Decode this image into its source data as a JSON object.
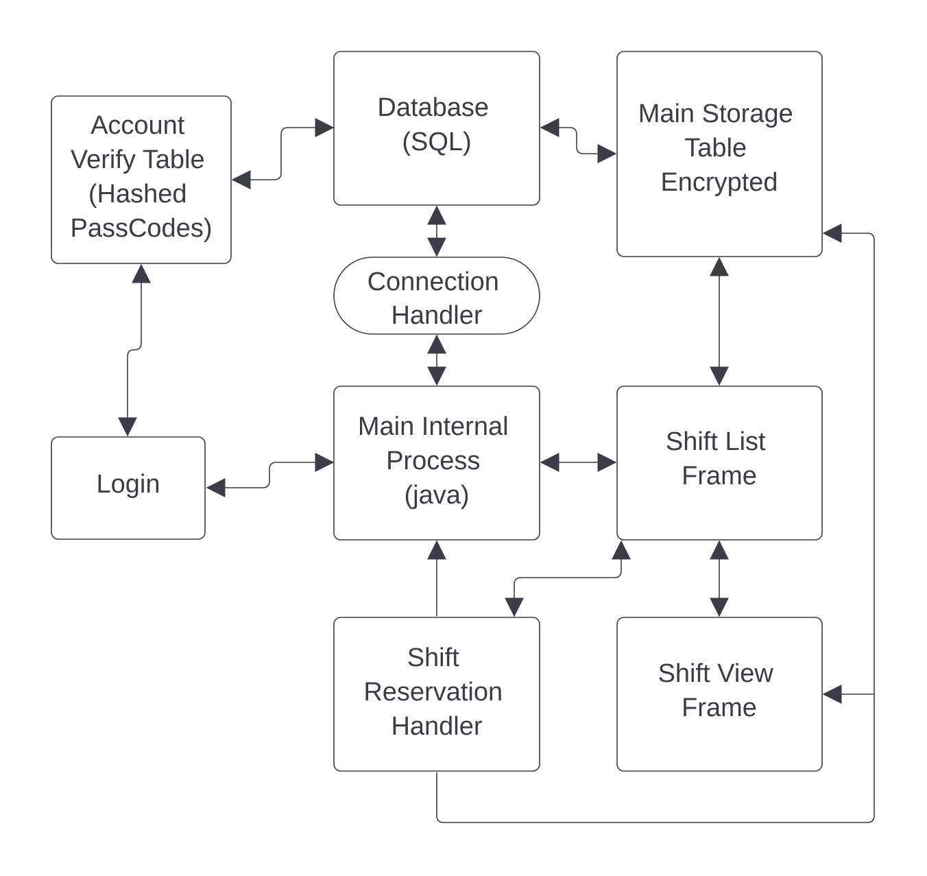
{
  "diagram": {
    "colors": {
      "stroke": "#3a3d45",
      "text": "#3a3d45",
      "fill": "#ffffff",
      "background": "#ffffff"
    },
    "nodes": {
      "account_verify": {
        "lines": [
          "Account",
          "Verify Table",
          "(Hashed",
          "PassCodes)"
        ]
      },
      "database": {
        "lines": [
          "Database",
          "(SQL)"
        ]
      },
      "main_storage": {
        "lines": [
          "Main Storage",
          "Table",
          "Encrypted"
        ]
      },
      "connection_handler": {
        "lines": [
          "Connection",
          "Handler"
        ]
      },
      "login": {
        "lines": [
          "Login"
        ]
      },
      "main_internal": {
        "lines": [
          "Main Internal",
          "Process",
          "(java)"
        ]
      },
      "shift_list": {
        "lines": [
          "Shift List",
          "Frame"
        ]
      },
      "shift_reservation": {
        "lines": [
          "Shift",
          "Reservation",
          "Handler"
        ]
      },
      "shift_view": {
        "lines": [
          "Shift View",
          "Frame"
        ]
      }
    },
    "edges": [
      {
        "from": "account_verify",
        "to": "database",
        "direction": "both"
      },
      {
        "from": "database",
        "to": "main_storage",
        "direction": "both"
      },
      {
        "from": "database",
        "to": "connection_handler",
        "direction": "both"
      },
      {
        "from": "account_verify",
        "to": "login",
        "direction": "both"
      },
      {
        "from": "connection_handler",
        "to": "main_internal",
        "direction": "both"
      },
      {
        "from": "login",
        "to": "main_internal",
        "direction": "both"
      },
      {
        "from": "main_internal",
        "to": "shift_list",
        "direction": "both"
      },
      {
        "from": "main_storage",
        "to": "shift_list",
        "direction": "both"
      },
      {
        "from": "shift_list",
        "to": "shift_reservation",
        "direction": "both"
      },
      {
        "from": "shift_list",
        "to": "shift_view",
        "direction": "both"
      },
      {
        "from": "shift_reservation",
        "to": "main_internal",
        "direction": "forward"
      },
      {
        "from": "shift_reservation",
        "to": "main_storage",
        "direction": "forward"
      },
      {
        "from": "shift_reservation",
        "to": "shift_view",
        "direction": "forward"
      }
    ]
  }
}
